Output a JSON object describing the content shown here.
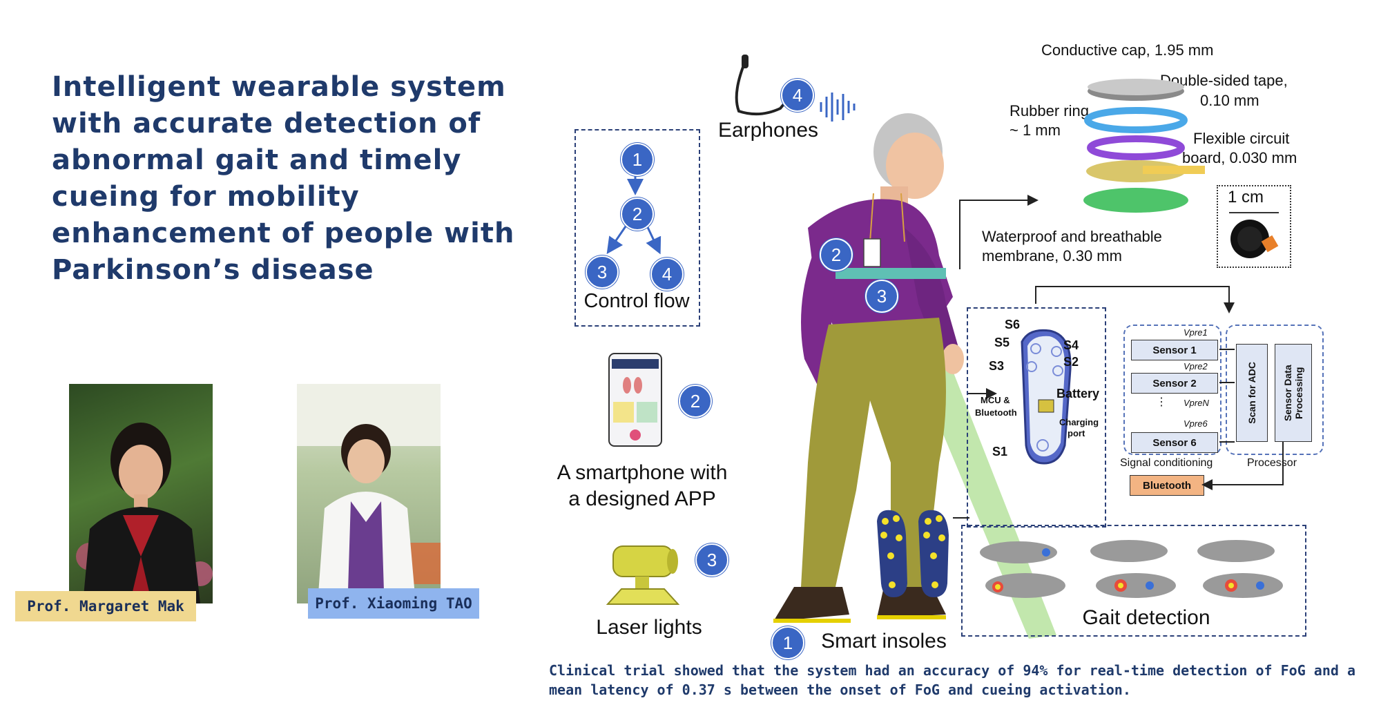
{
  "title": "Intelligent wearable system with accurate detection of abnormal gait and timely cueing for mobility enhancement of people with Parkinson’s disease",
  "people": [
    {
      "name": "Prof. Margaret Mak",
      "label_color": "#f0d890"
    },
    {
      "name": "Prof. Xiaoming TAO",
      "label_color": "#8fb4ee"
    }
  ],
  "control_flow": {
    "label": "Control flow",
    "nodes": [
      "1",
      "2",
      "3",
      "4"
    ]
  },
  "components": {
    "earphones": {
      "label": "Earphones",
      "num": "4"
    },
    "smartphone": {
      "label_line1": "A smartphone with",
      "label_line2": "a designed APP",
      "num": "2"
    },
    "laser": {
      "label": "Laser lights",
      "num": "3"
    },
    "insoles": {
      "label": "Smart insoles",
      "num": "1"
    },
    "body_num_2": "2",
    "body_num_3": "3"
  },
  "layers": {
    "cap": "Conductive cap, 1.95 mm",
    "tape_1": "Double-sided tape,",
    "tape_2": "0.10 mm",
    "ring_1": "Rubber ring,",
    "ring_2": "~ 1 mm",
    "pcb_1": "Flexible circuit",
    "pcb_2": "board, 0.030 mm",
    "membrane_1": "Waterproof and  breathable",
    "membrane_2": "membrane, 0.30 mm",
    "scale": "1 cm"
  },
  "insole_labels": {
    "s6": "S6",
    "s5": "S5",
    "s4": "S4",
    "s2": "S2",
    "s3": "S3",
    "s1": "S1",
    "mcu_1": "MCU &",
    "mcu_2": "Bluetooth",
    "battery": "Battery",
    "charging_1": "Charging",
    "charging_2": "port"
  },
  "circuit": {
    "sensors": [
      "Sensor 1",
      "Sensor 2",
      "Sensor 6"
    ],
    "vpre": [
      "Vpre1",
      "Vpre2",
      "VpreN",
      "Vpre6"
    ],
    "adc": "Scan for ADC",
    "sdp": "Sensor Data Processing",
    "signal": "Signal conditioning",
    "processor": "Processor",
    "bluetooth": "Bluetooth"
  },
  "gait_detection": "Gait detection",
  "footer": "Clinical trial showed that the system had an accuracy of 94% for real-time detection of FoG and a mean latency of 0.37 s between the onset of FoG and cueing activation.",
  "colors": {
    "title": "#1f3a6b",
    "badge": "#3a66c4",
    "sweater": "#7b2a8c",
    "pants": "#a09a3a",
    "laser": "#8fd36a",
    "bluetooth_box": "#f3b483"
  }
}
